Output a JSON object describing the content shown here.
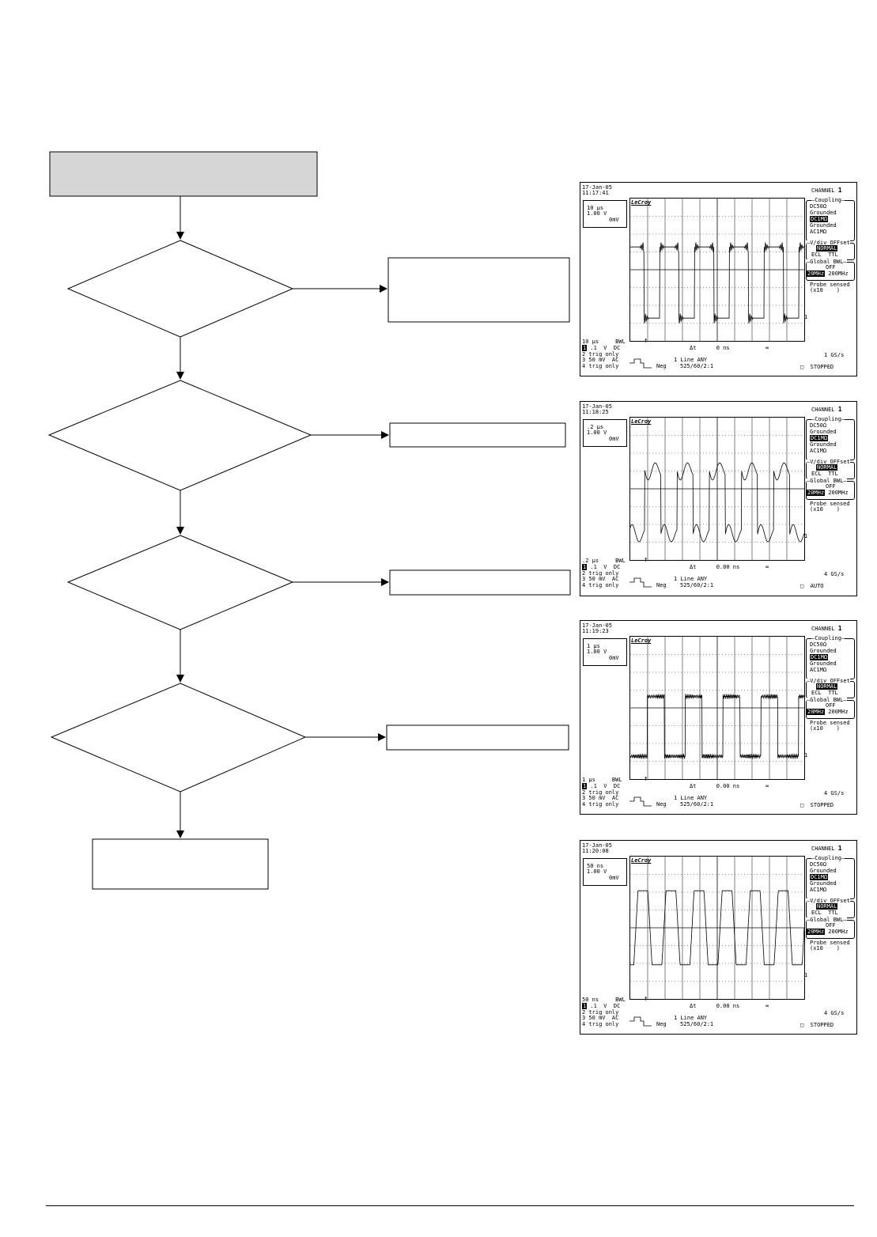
{
  "scopes": [
    {
      "date": "17-Jan-05",
      "time": "11:17:41",
      "timebase_box": "10 µs",
      "volts_box": "1.00 V",
      "offset_box": "0mV",
      "bottom_timebase": "10 µs",
      "bwl": "BWL",
      "delta_t": "0 ns",
      "sample_rate": "1 GS/s",
      "status": "STOPPED",
      "signal": "pulses"
    },
    {
      "date": "17-Jan-05",
      "time": "11:18:25",
      "timebase_box": ".2 µs",
      "volts_box": "1.00 V",
      "offset_box": "0mV",
      "bottom_timebase": ".2 µs",
      "bwl": "BWL",
      "delta_t": "0.00 ns",
      "sample_rate": "4 GS/s",
      "status": "AUTO",
      "signal": "ringing-square"
    },
    {
      "date": "17-Jan-05",
      "time": "11:19:23",
      "timebase_box": "1 µs",
      "volts_box": "1.00 V",
      "offset_box": "0mV",
      "bottom_timebase": "1 µs",
      "bwl": "BWL",
      "delta_t": "0.00 ns",
      "sample_rate": "4 GS/s",
      "status": "STOPPED",
      "signal": "noisy-square"
    },
    {
      "date": "17-Jan-05",
      "time": "11:20:08",
      "timebase_box": "50 ns",
      "volts_box": "1.00 V",
      "offset_box": "0mV",
      "bottom_timebase": "50 ns",
      "bwl": "BWL",
      "delta_t": "0.00 ns",
      "sample_rate": "4 GS/s",
      "status": "STOPPED",
      "signal": "clock"
    }
  ],
  "scope_common": {
    "channel_label": "CHANNEL",
    "channel_num": "1",
    "coupling_title": "Coupling",
    "coupling_opts": [
      "DC50Ω",
      "Grounded",
      "DC1MΩ",
      "Grounded",
      "AC1MΩ"
    ],
    "vdiv_title": "V/div OFFset",
    "vdiv_opts": [
      "NORMAL",
      "ECL  TTL"
    ],
    "bwl_title": "Global BWL",
    "bwl_opts": [
      "OFF",
      "20MHz",
      "200MHz"
    ],
    "probe": [
      "Probe sensed",
      "(x10    )"
    ],
    "logo": "LeCroy",
    "ch_lines": [
      ".1  V  DC",
      "trig only",
      "50 mV  AC",
      "trig only"
    ],
    "ch_nums": [
      "1",
      "2",
      "3",
      "4"
    ],
    "delta_label": "Δt",
    "neg": "Neg",
    "line_any": "Line ANY",
    "line_fmt": "525/60/2:1",
    "inf": "∞"
  }
}
